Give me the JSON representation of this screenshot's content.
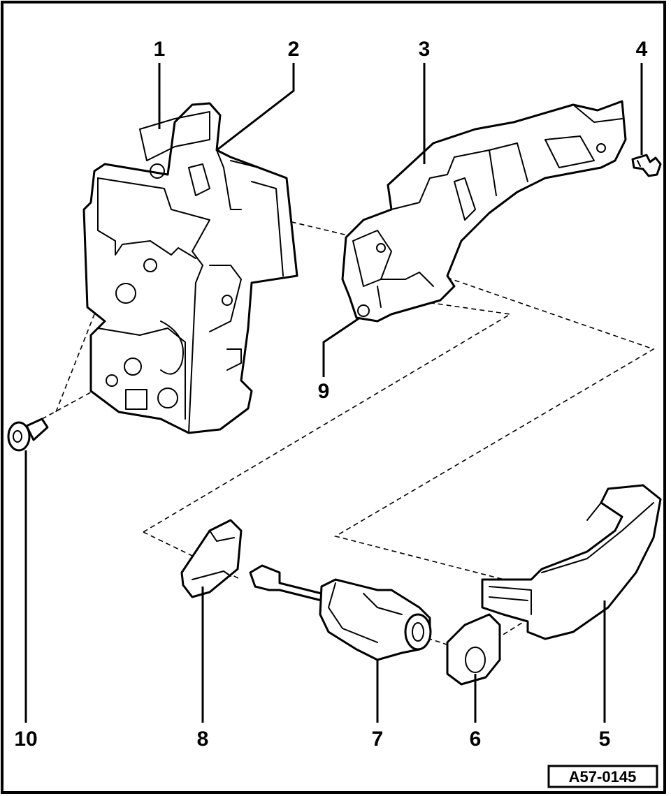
{
  "labels": {
    "n1": "1",
    "n2": "2",
    "n3": "3",
    "n4": "4",
    "n5": "5",
    "n6": "6",
    "n7": "7",
    "n8": "8",
    "n9": "9",
    "n10": "10"
  },
  "reference": "A57-0145"
}
